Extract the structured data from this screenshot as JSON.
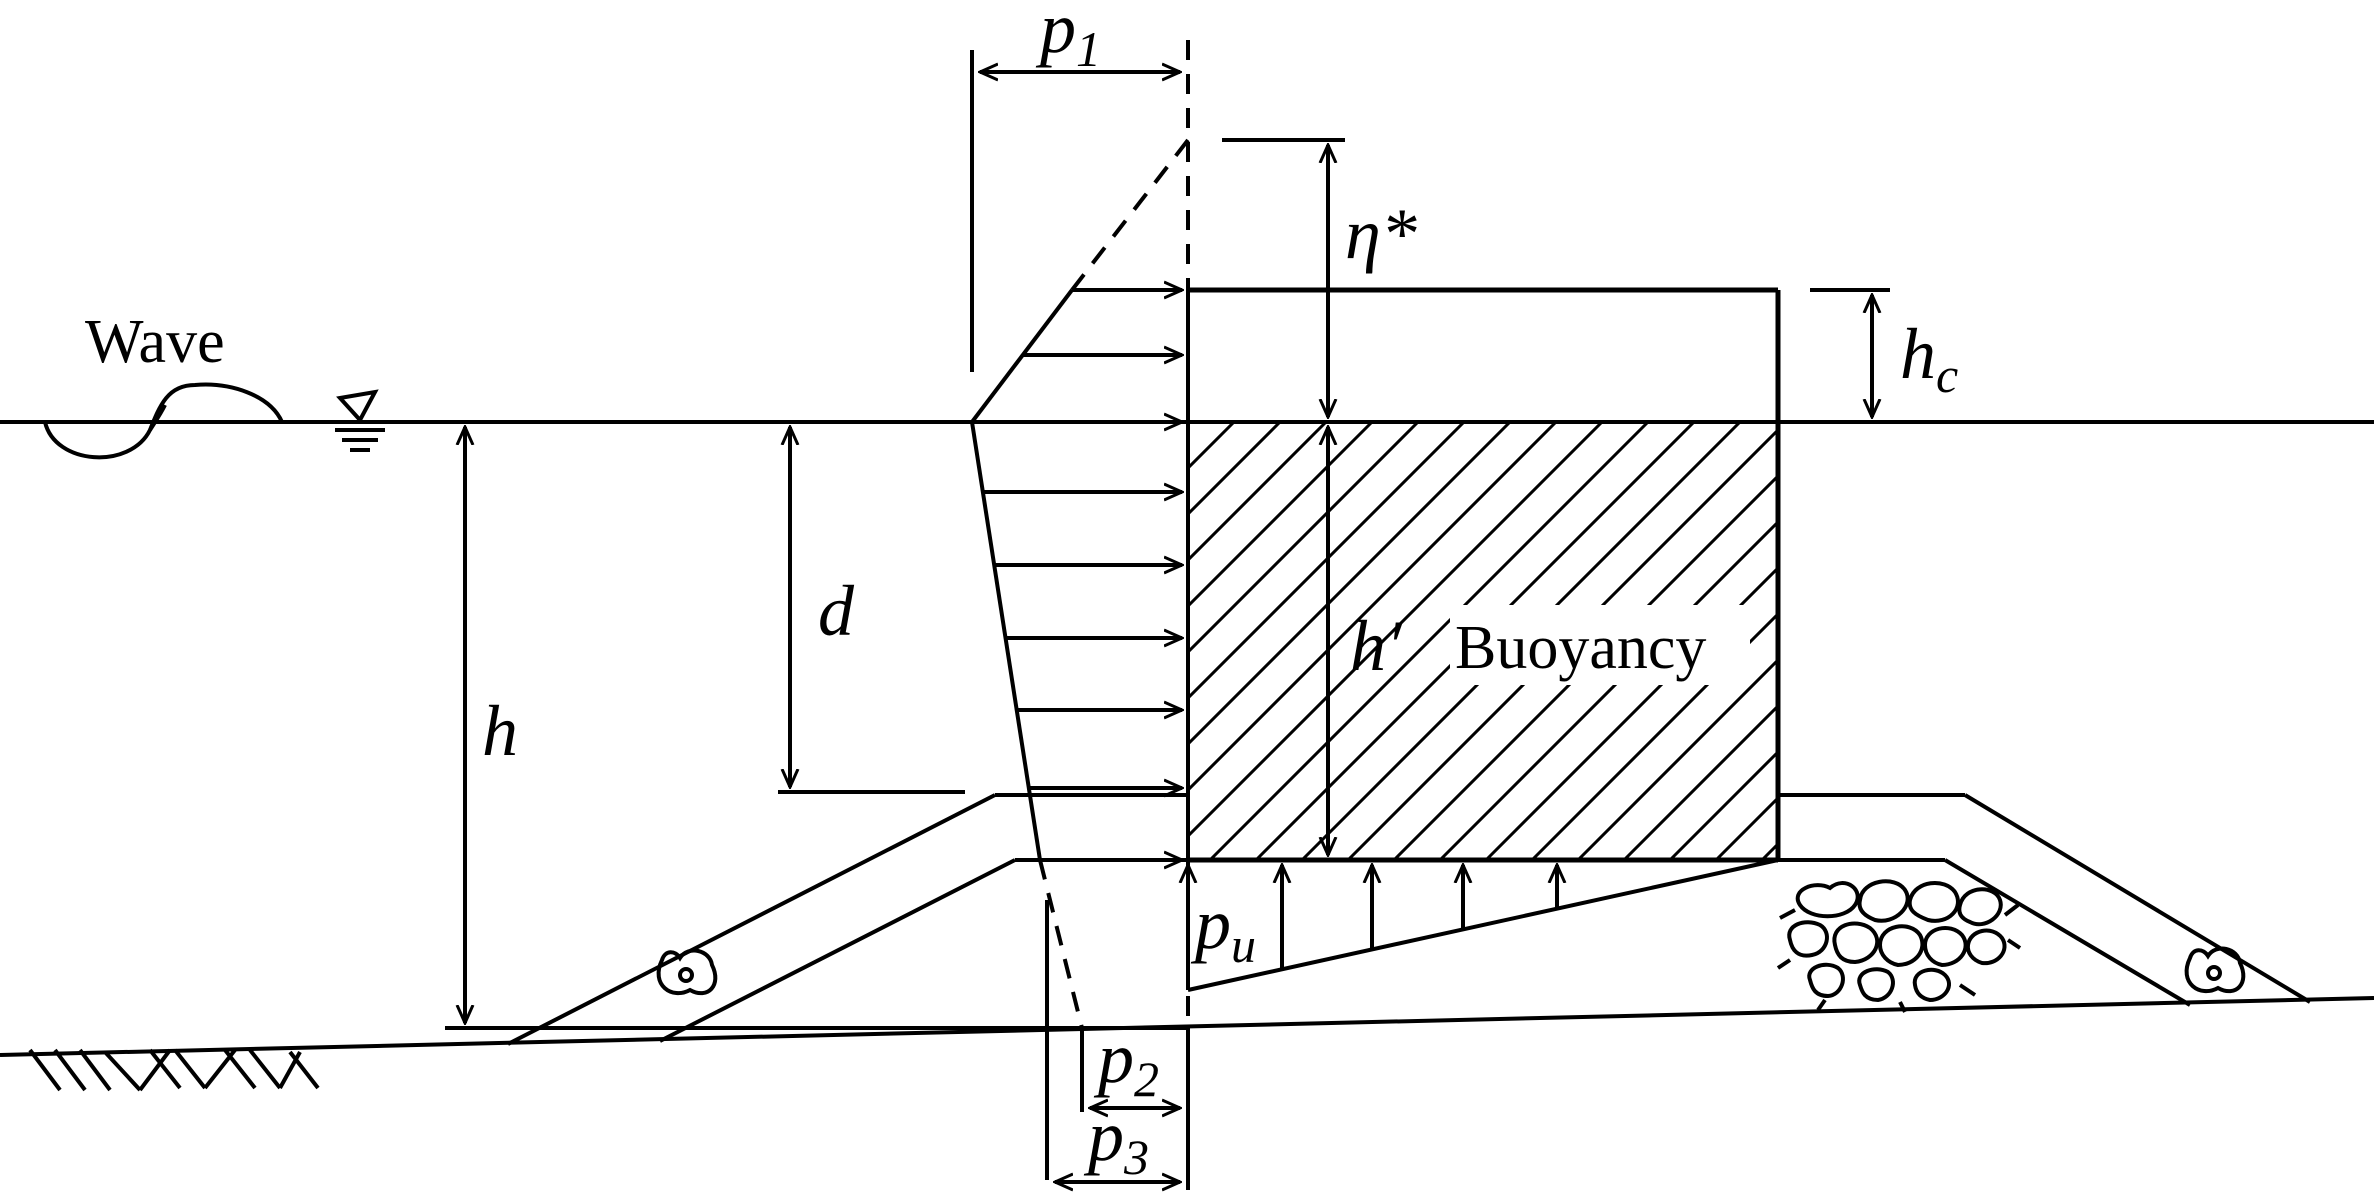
{
  "labels": {
    "wave": "Wave",
    "buoyancy": "Buoyancy",
    "p1": "p",
    "p1_sub": "1",
    "p2": "p",
    "p2_sub": "2",
    "p3": "p",
    "p3_sub": "3",
    "pu": "p",
    "pu_sub": "u",
    "eta_star": "η*",
    "hc": "h",
    "hc_sub": "c",
    "d": "d",
    "h": "h",
    "h_prime": "h′"
  }
}
